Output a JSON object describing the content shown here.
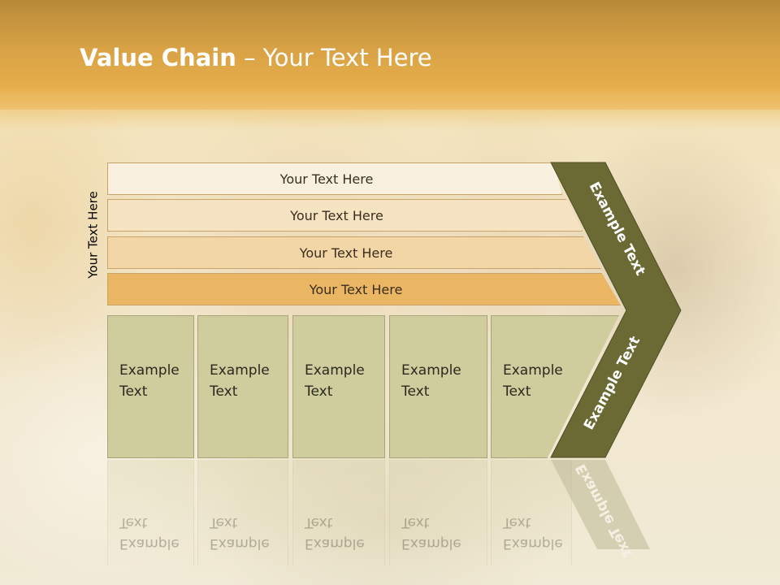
{
  "title": {
    "bold": "Value Chain",
    "rest": " – Your Text Here"
  },
  "side_label": "Your Text Here",
  "rows": [
    {
      "label": "Your Text Here",
      "color": "#faf0df"
    },
    {
      "label": "Your Text Here",
      "color": "#f6e3c2"
    },
    {
      "label": "Your Text Here",
      "color": "#f3d6a6"
    },
    {
      "label": "Your Text Here",
      "color": "#ebb664"
    }
  ],
  "cells": [
    {
      "label": "Example Text"
    },
    {
      "label": "Example Text"
    },
    {
      "label": "Example Text"
    },
    {
      "label": "Example Text"
    },
    {
      "label": "Example Text"
    }
  ],
  "chevron": {
    "upper_label": "Example Text",
    "lower_label": "Example Text",
    "color": "#6b6a35"
  },
  "colors": {
    "header": "#e0a646",
    "cell": "#cfcc9e"
  }
}
